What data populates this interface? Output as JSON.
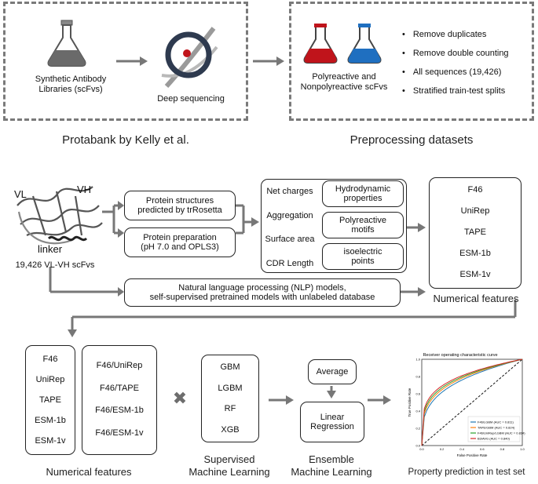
{
  "top_left": {
    "library_label_line1": "Synthetic Antibody",
    "library_label_line2": "Libraries (scFvs)",
    "sequencing_label": "Deep sequencing",
    "caption": "Protabank by Kelly et al."
  },
  "top_right": {
    "flasks_label_line1": "Polyreactive and",
    "flasks_label_line2": "Nonpolyreactive scFvs",
    "bullets": [
      "Remove duplicates",
      "Remove double counting",
      "All sequences (19,426)",
      "Stratified train-test splits"
    ],
    "caption": "Preprocessing datasets",
    "colors": {
      "polyreactive": "#c0141b",
      "nonpolyreactive": "#1f6fc0"
    }
  },
  "middle": {
    "vl_label": "VL",
    "vh_label": "VH",
    "linker_label": "linker",
    "scfv_caption": "19,426 VL-VH scFvs",
    "structures_box_line1": "Protein structures",
    "structures_box_line2": "predicted by trRosetta",
    "preparation_box_line1": "Protein preparation",
    "preparation_box_line2": "(pH 7.0 and OPLS3)",
    "properties": [
      "Net charges",
      "Aggregation",
      "Surface area",
      "CDR Length"
    ],
    "hydro_line1": "Hydrodynamic",
    "hydro_line2": "properties",
    "motif_line1": "Polyreactive",
    "motif_line2": "motifs",
    "iso_line1": "isoelectric",
    "iso_line2": "points",
    "nlp_line1": "Natural language processing (NLP) models,",
    "nlp_line2": "self-supervised pretrained models with unlabeled database",
    "features": [
      "F46",
      "UniRep",
      "TAPE",
      "ESM-1b",
      "ESM-1v"
    ],
    "features_caption": "Numerical features"
  },
  "bottom": {
    "single_features": [
      "F46",
      "UniRep",
      "TAPE",
      "ESM-1b",
      "ESM-1v"
    ],
    "combined_features": [
      "F46/UniRep",
      "F46/TAPE",
      "F46/ESM-1b",
      "F46/ESM-1v"
    ],
    "features_caption": "Numerical features",
    "times_symbol": "✖",
    "models": [
      "GBM",
      "LGBM",
      "RF",
      "XGB"
    ],
    "supervised_caption_line1": "Supervised",
    "supervised_caption_line2": "Machine Learning",
    "average_label": "Average",
    "linear_line1": "Linear",
    "linear_line2": "Regression",
    "ensemble_caption_line1": "Ensemble",
    "ensemble_caption_line2": "Machine Learning",
    "prediction_caption": "Property prediction in test set"
  },
  "roc": {
    "title": "Receiver operating characteristic curve",
    "xlabel": "False Positive Rate",
    "ylabel": "True Positive Rate",
    "ticks": [
      "0.0",
      "0.2",
      "0.4",
      "0.6",
      "0.8",
      "1.0"
    ],
    "legend": [
      {
        "label": "F46/LGBM (AUC = 0.811)",
        "color": "#1f77b4"
      },
      {
        "label": "TAPE/GBM (AUC = 0.824)",
        "color": "#ff7f0e"
      },
      {
        "label": "F46/UniRep/LGBM (AUC = 0.834)",
        "color": "#2ca02c"
      },
      {
        "label": "B3/AVG (AUC = 0.840)",
        "color": "#d62728"
      }
    ]
  }
}
